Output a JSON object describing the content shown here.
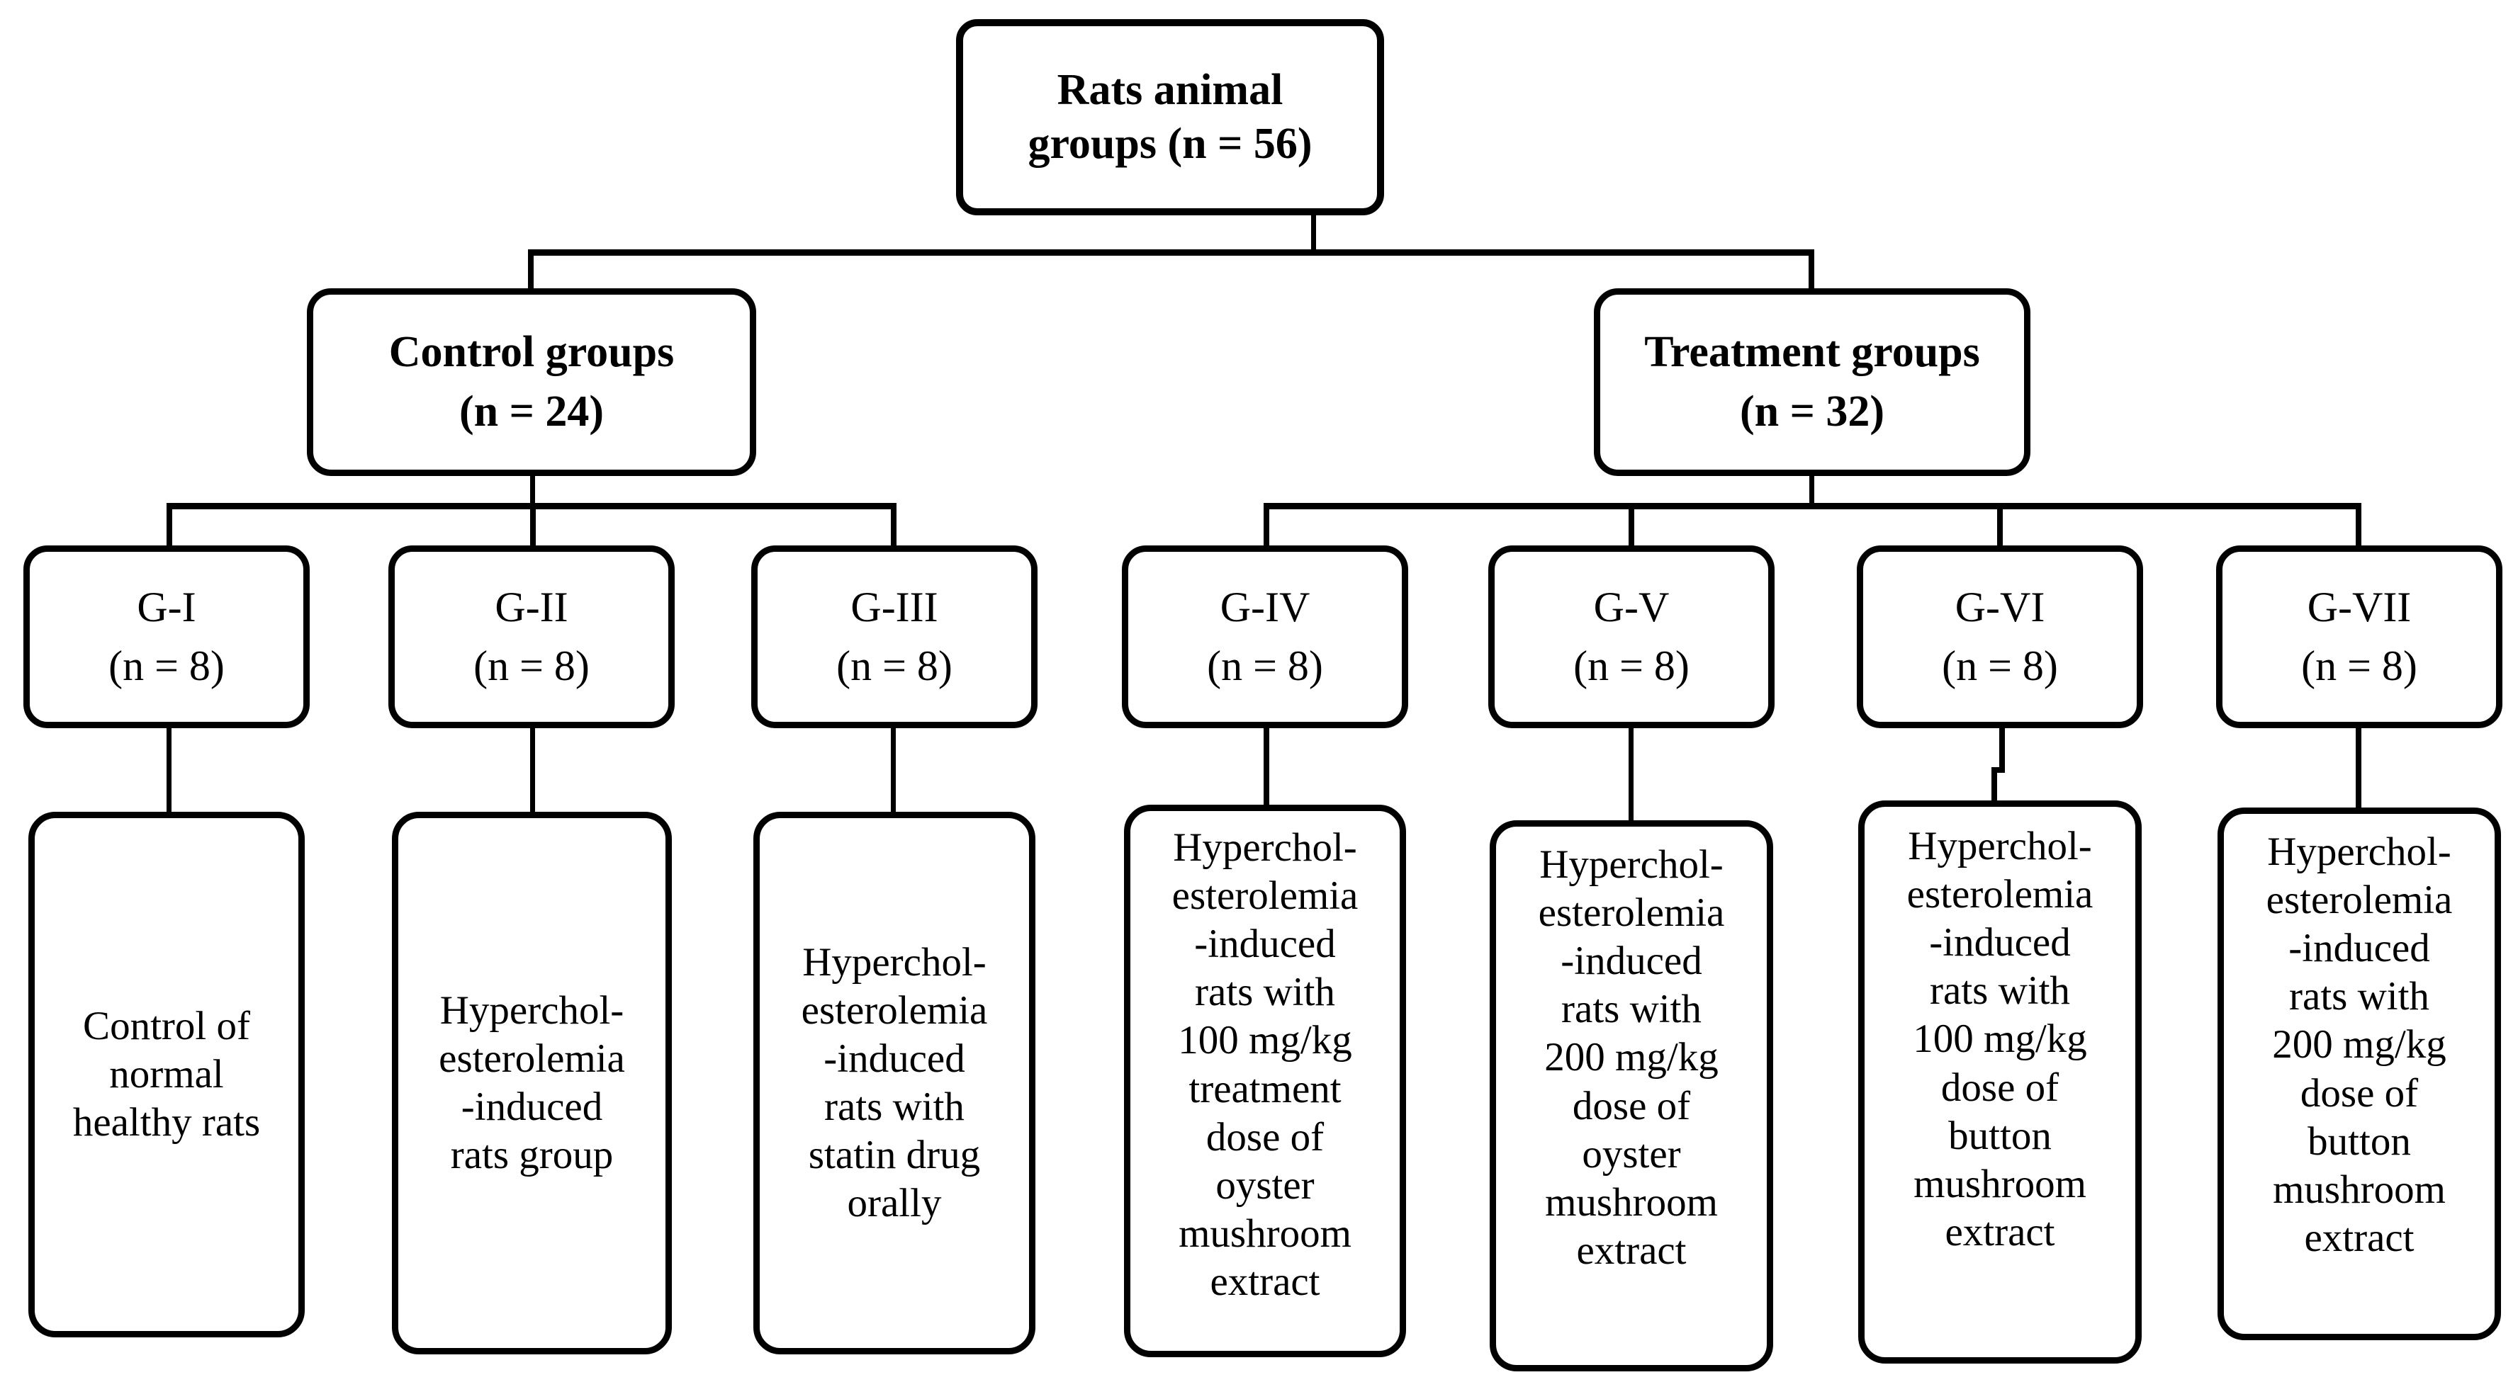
{
  "diagram": {
    "title": "Rats animal groups study design flowchart",
    "colors": {
      "stroke": "#000000",
      "fill": "#ffffff",
      "text": "#000000"
    },
    "root": {
      "label": "Rats animal\ngroups (n = 56)"
    },
    "branches": [
      {
        "id": "control",
        "label": "Control groups\n(n = 24)"
      },
      {
        "id": "treatment",
        "label": "Treatment groups\n(n = 32)"
      }
    ],
    "groups": [
      {
        "id": "g1",
        "label": "G-I\n(n = 8)",
        "description": "Control of\nnormal\nhealthy rats"
      },
      {
        "id": "g2",
        "label": "G-II\n(n = 8)",
        "description": "Hyperchol-\nesterolemia\n-induced\nrats group"
      },
      {
        "id": "g3",
        "label": "G-III\n(n = 8)",
        "description": "Hyperchol-\nesterolemia\n-induced\nrats with\nstatin drug\norally"
      },
      {
        "id": "g4",
        "label": "G-IV\n(n = 8)",
        "description": "Hyperchol-\nesterolemia\n-induced\nrats with\n100 mg/kg\ntreatment\ndose of\noyster\nmushroom\nextract"
      },
      {
        "id": "g5",
        "label": "G-V\n(n = 8)",
        "description": "Hyperchol-\nesterolemia\n-induced\nrats with\n200 mg/kg\ndose of\noyster\nmushroom\nextract"
      },
      {
        "id": "g6",
        "label": "G-VI\n(n = 8)",
        "description": "Hyperchol-\nesterolemia\n-induced\nrats with\n100 mg/kg\ndose of\nbutton\nmushroom\nextract"
      },
      {
        "id": "g7",
        "label": "G-VII\n(n = 8)",
        "description": "Hyperchol-\nesterolemia\n-induced\nrats with\n200 mg/kg\ndose of\nbutton\nmushroom\nextract"
      }
    ]
  }
}
